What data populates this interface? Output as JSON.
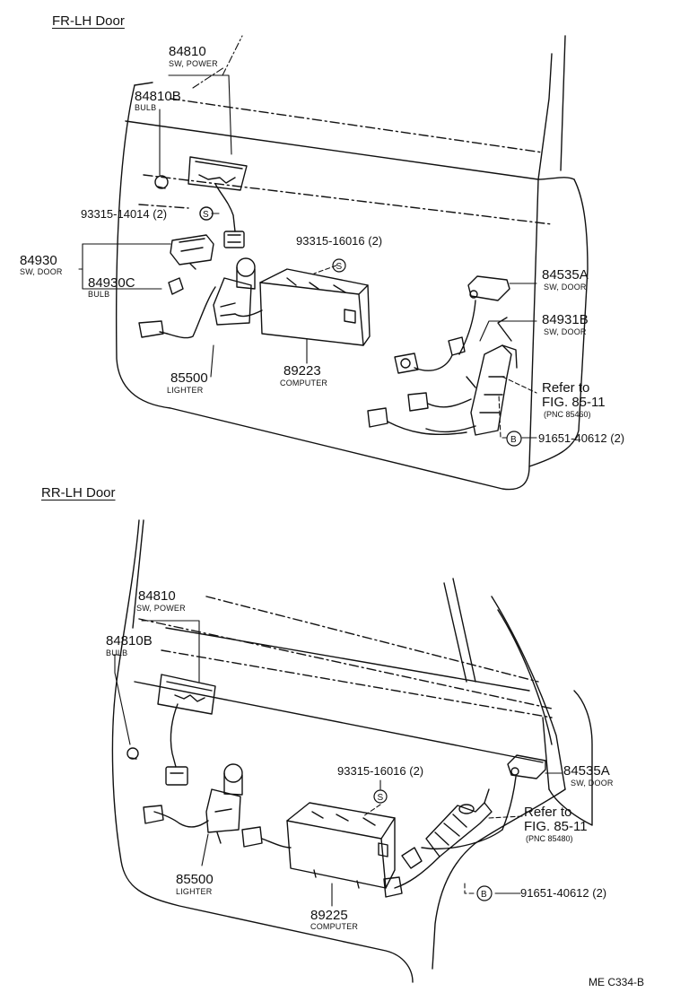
{
  "sections": {
    "front": {
      "title": "FR-LH Door",
      "parts": {
        "sw_power": {
          "pn": "84810",
          "desc": "SW, POWER"
        },
        "bulb_b": {
          "pn": "84810B",
          "desc": "BULB"
        },
        "screw": {
          "pn": "93315-14014 (2)",
          "mark": "S"
        },
        "sw_door": {
          "pn": "84930",
          "desc": "SW, DOOR"
        },
        "bulb_c": {
          "pn": "84930C",
          "desc": "BULB"
        },
        "lighter": {
          "pn": "85500",
          "desc": "LIGHTER"
        },
        "computer": {
          "pn": "89223",
          "desc": "COMPUTER"
        },
        "screw2": {
          "pn": "93315-16016 (2)",
          "mark": "S"
        },
        "sw_door_a": {
          "pn": "84535A",
          "desc": "SW, DOOR"
        },
        "sw_door_b": {
          "pn": "84931B",
          "desc": "SW, DOOR"
        },
        "refer": {
          "line1": "Refer to",
          "line2": "FIG. 85-11",
          "line3": "(PNC 85460)"
        },
        "bolt": {
          "pn": "91651-40612 (2)",
          "mark": "B"
        }
      }
    },
    "rear": {
      "title": "RR-LH Door",
      "parts": {
        "sw_power": {
          "pn": "84810",
          "desc": "SW, POWER"
        },
        "bulb_b": {
          "pn": "84810B",
          "desc": "BULB"
        },
        "screw2": {
          "pn": "93315-16016 (2)",
          "mark": "S"
        },
        "sw_door_a": {
          "pn": "84535A",
          "desc": "SW, DOOR"
        },
        "refer": {
          "line1": "Refer to",
          "line2": "FIG. 85-11",
          "line3": "(PNC 85480)"
        },
        "lighter": {
          "pn": "85500",
          "desc": "LIGHTER"
        },
        "computer": {
          "pn": "89225",
          "desc": "COMPUTER"
        },
        "bolt": {
          "pn": "91651-40612 (2)",
          "mark": "B"
        }
      }
    }
  },
  "figure_code": "ME C334-B"
}
